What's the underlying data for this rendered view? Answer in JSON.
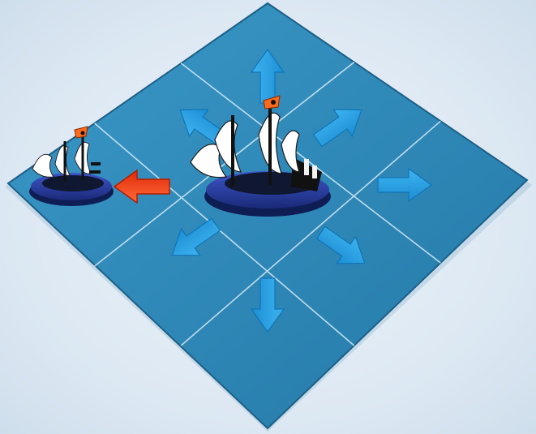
{
  "scene": {
    "type": "isometric-board-diagram",
    "grid": {
      "rows": 3,
      "cols": 3
    },
    "ship_main": {
      "cell": "center",
      "color_hull": "#2a3f9c",
      "color_hull_dark": "#12204f",
      "color_sails": "#ffffff",
      "color_flag": "#ff6a1a"
    },
    "ship_small": {
      "cell": "left",
      "color_hull": "#2a3f9c",
      "color_flag": "#ff6a1a"
    },
    "arrows": {
      "move_color": "#1fa2ea",
      "move_color_dark": "#0f74b8",
      "attack_color": "#ff3b14",
      "directions": [
        "up",
        "up-right",
        "right",
        "down-right",
        "down",
        "down-left",
        "up-left"
      ],
      "attack_direction": "left"
    },
    "board_colors": {
      "tile": "#2e88b8",
      "tile_light": "#3a97c6",
      "grid_line": "#cfe6f4",
      "edge": "#1d5f86"
    }
  }
}
